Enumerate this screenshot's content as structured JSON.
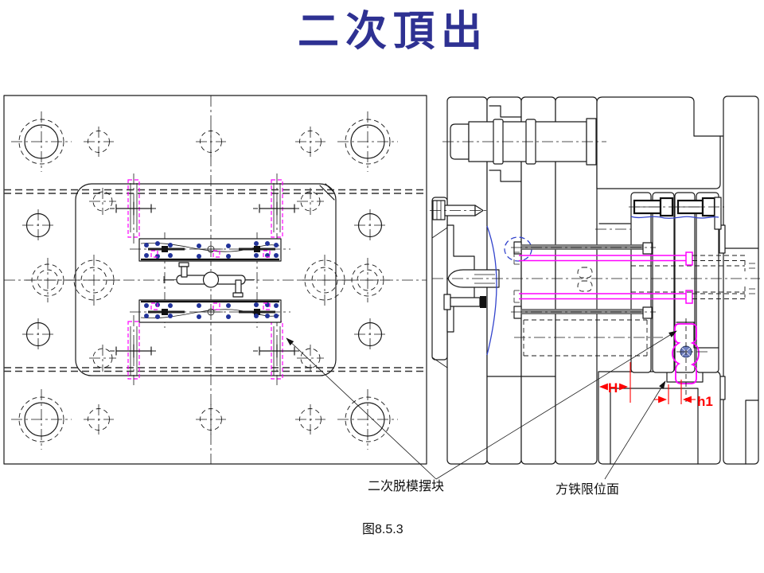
{
  "slide": {
    "title": "二次頂出",
    "caption": "图8.5.3"
  },
  "labels": {
    "swing_block": "二次脱模摆块",
    "limit_surface": "方铁限位面"
  },
  "dimensions": {
    "primary_stroke": "H",
    "secondary_stroke": "h1"
  },
  "colors": {
    "title_blue": "#2E3192",
    "line_black": "#1a1a1a",
    "magenta": "#FF00FF",
    "blue_accent": "#3344CC",
    "red_dimension": "#FF0000",
    "gray_pin": "#8A8A8A",
    "navy_dot": "#223399",
    "background": "#FFFFFF"
  }
}
